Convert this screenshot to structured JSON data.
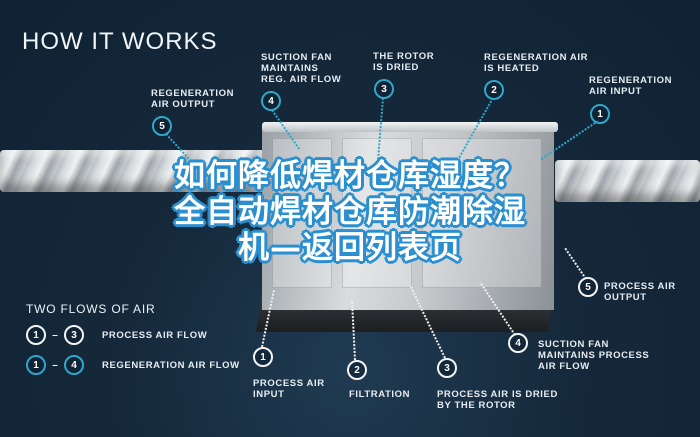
{
  "header": {
    "title": "HOW IT WORKS"
  },
  "overlay_title": {
    "line1": "如何降低焊材仓库湿度？",
    "line2": "全自动焊材仓库防潮除湿",
    "line3": "机—返回列表页"
  },
  "top_callouts": [
    {
      "number": "5",
      "text_l1": "REGENERATION",
      "text_l2": "AIR OUTPUT",
      "text_l3": ""
    },
    {
      "number": "4",
      "text_l1": "SUCTION FAN",
      "text_l2": "MAINTAINS",
      "text_l3": "REG. AIR FLOW"
    },
    {
      "number": "3",
      "text_l1": "THE ROTOR",
      "text_l2": "IS DRIED",
      "text_l3": ""
    },
    {
      "number": "2",
      "text_l1": "REGENERATION AIR",
      "text_l2": "IS HEATED",
      "text_l3": ""
    },
    {
      "number": "1",
      "text_l1": "REGENERATION",
      "text_l2": "AIR INPUT",
      "text_l3": ""
    }
  ],
  "bottom_callouts": [
    {
      "number": "1",
      "text_l1": "PROCESS AIR",
      "text_l2": "INPUT",
      "text_l3": ""
    },
    {
      "number": "2",
      "text_l1": "FILTRATION",
      "text_l2": "",
      "text_l3": ""
    },
    {
      "number": "3",
      "text_l1": "PROCESS AIR IS DRIED",
      "text_l2": "BY THE ROTOR",
      "text_l3": ""
    },
    {
      "number": "4",
      "text_l1": "SUCTION FAN",
      "text_l2": "MAINTAINS PROCESS",
      "text_l3": "AIR FLOW"
    },
    {
      "number": "5",
      "text_l1": "PROCESS AIR",
      "text_l2": "OUTPUT",
      "text_l3": ""
    }
  ],
  "legend": {
    "title": "TWO FLOWS OF AIR",
    "rows": [
      {
        "from": "1",
        "to": "3",
        "dash": "–",
        "label": "PROCESS AIR FLOW",
        "style": "white"
      },
      {
        "from": "1",
        "to": "4",
        "dash": "–",
        "label": "REGENERATION AIR FLOW",
        "style": "blue"
      }
    ]
  },
  "colors": {
    "background": "#15293b",
    "regeneration_accent": "#2fa7c9",
    "process_accent": "#f4f4f4",
    "overlay_stroke": "#2b8fcf"
  }
}
